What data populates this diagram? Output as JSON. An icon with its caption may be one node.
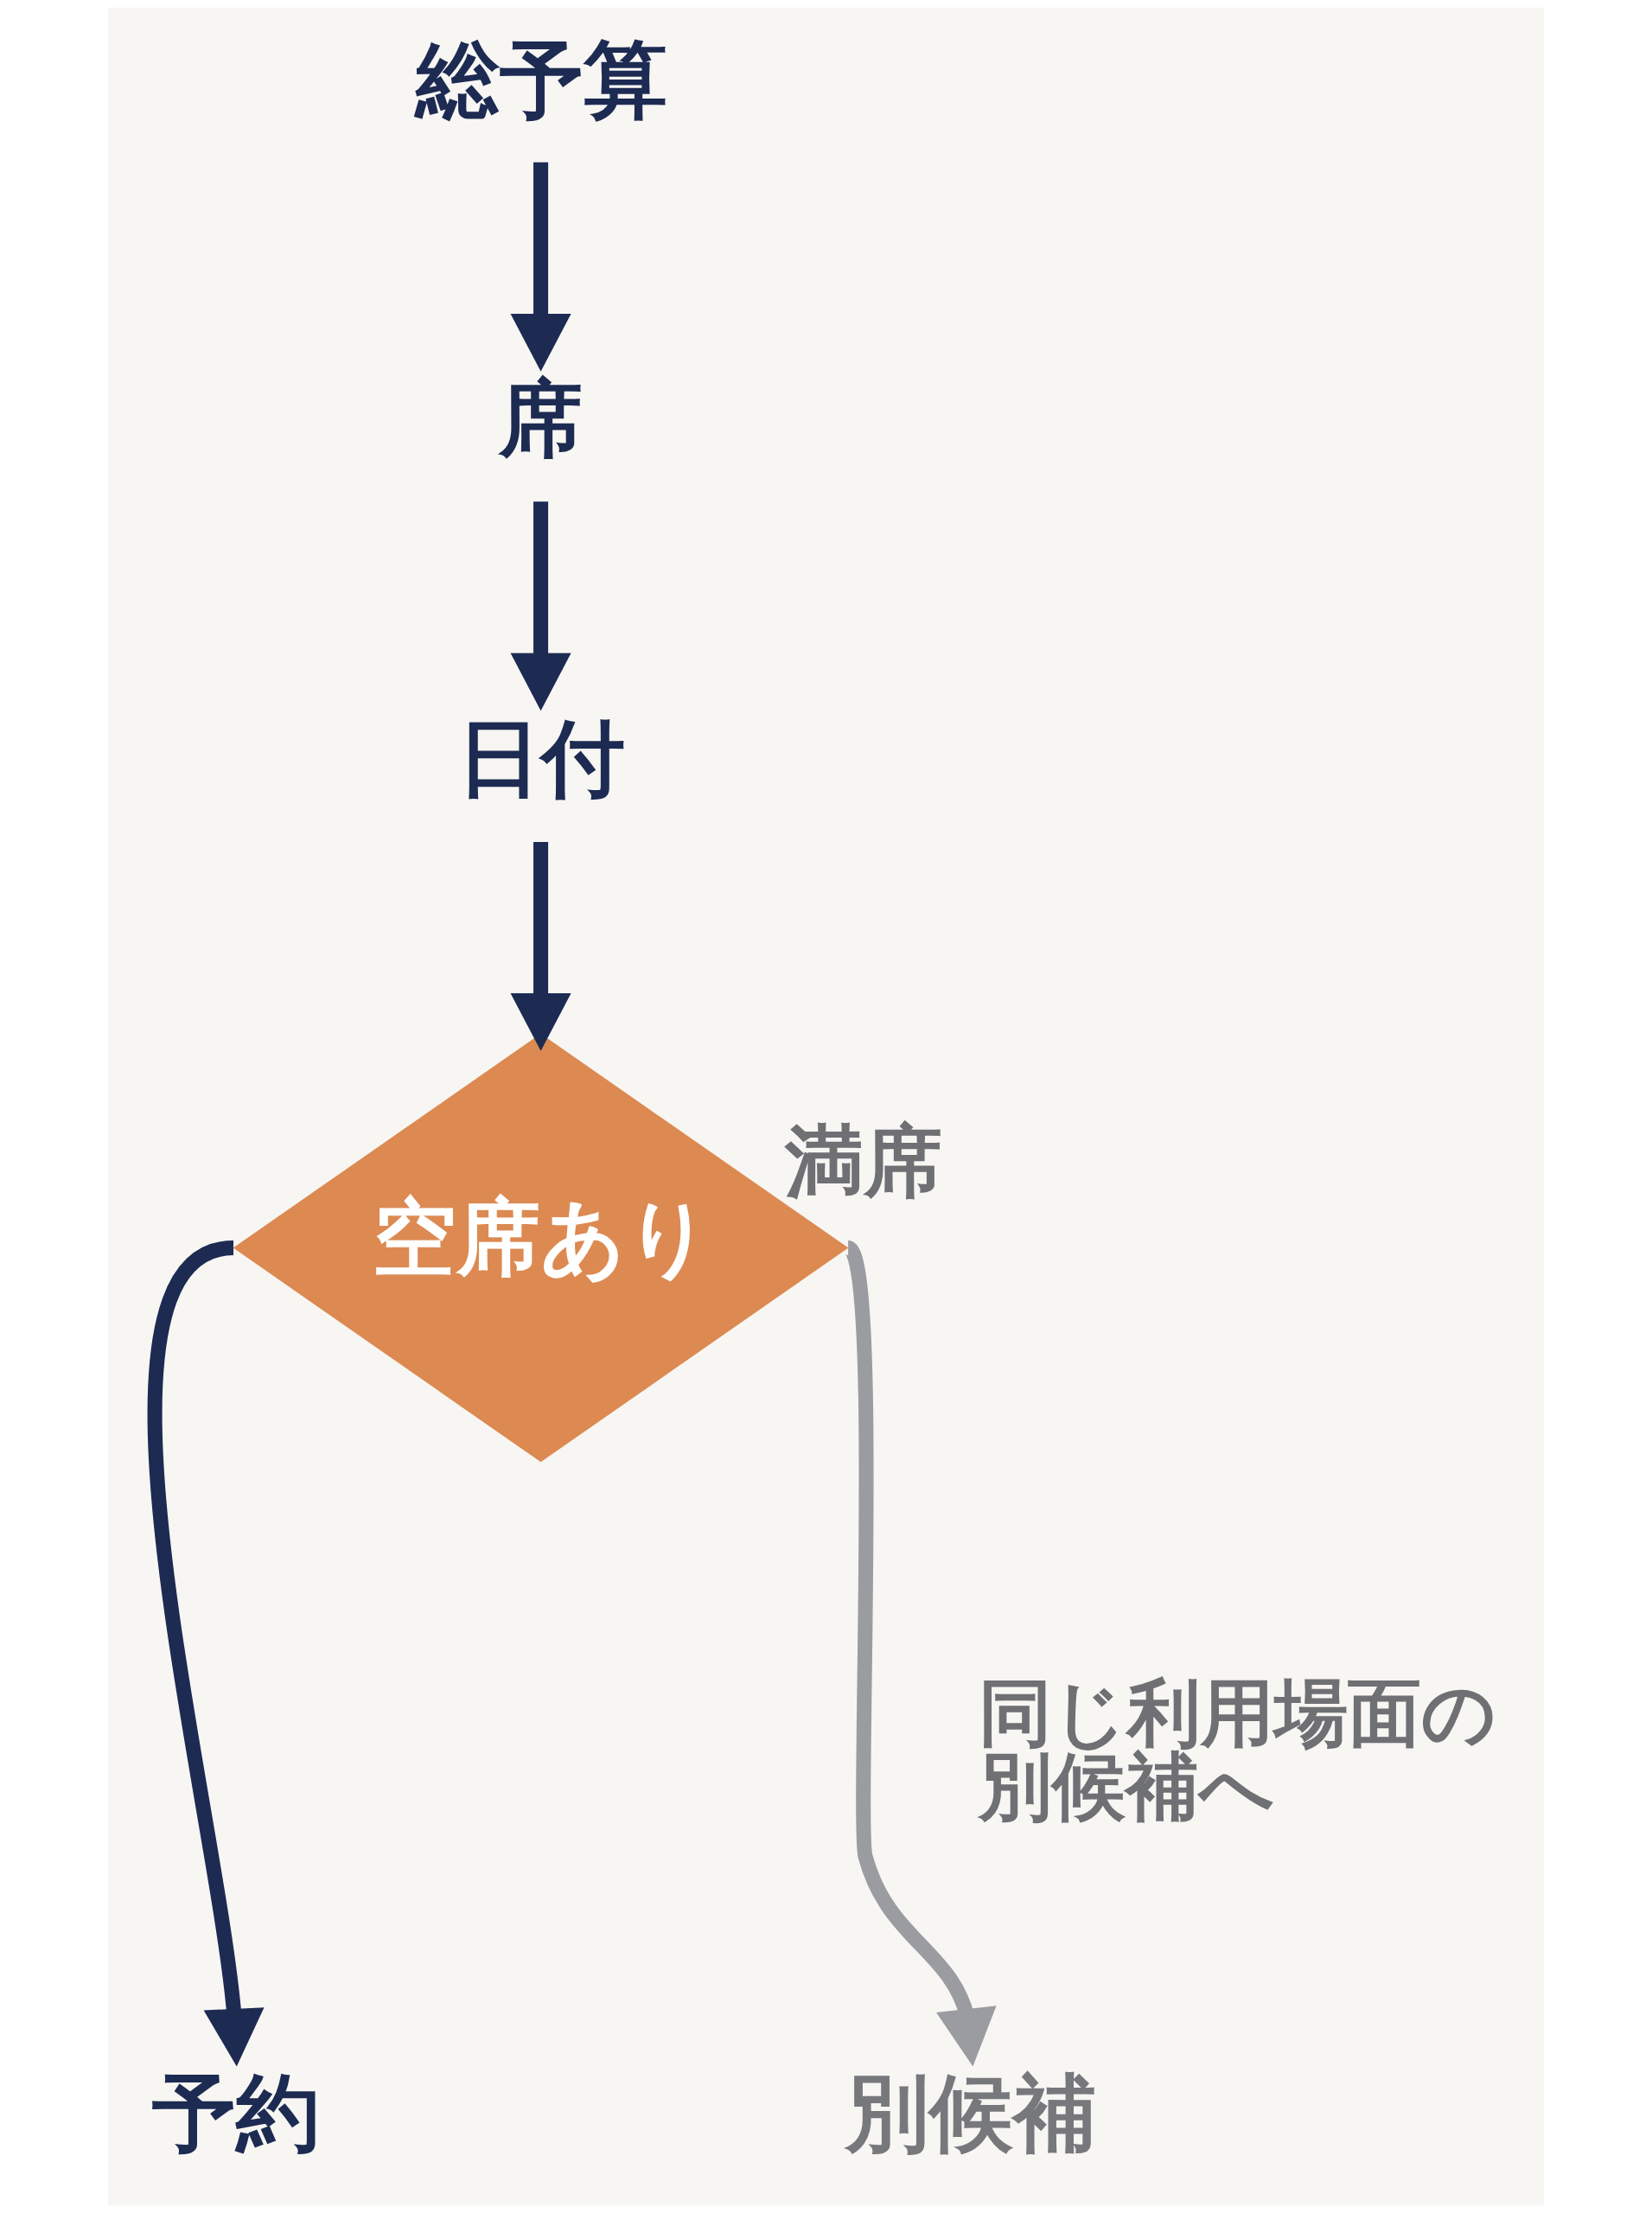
{
  "diagram": {
    "nodes": [
      {
        "text": [
          "総予算"
        ]
      },
      {
        "text": [
          "席"
        ]
      },
      {
        "text": [
          "日付"
        ]
      },
      {
        "text": [
          "空席あり"
        ]
      },
      {
        "text": [
          "予約"
        ]
      },
      {
        "text": [
          "別候補"
        ]
      }
    ],
    "edges": [
      {
        "from": 0,
        "to": 1,
        "arrow": "to"
      },
      {
        "from": 1,
        "to": 2,
        "arrow": "to"
      },
      {
        "from": 2,
        "to": 3,
        "arrow": "to"
      },
      {
        "from": 3,
        "to": 4,
        "arrow": "to"
      },
      {
        "from": 3,
        "to": 5,
        "arrow": "to",
        "label": "満席",
        "color": "#9b9ca1"
      }
    ],
    "labels": [
      "同じ利用場面の別候補へ"
    ]
  }
}
